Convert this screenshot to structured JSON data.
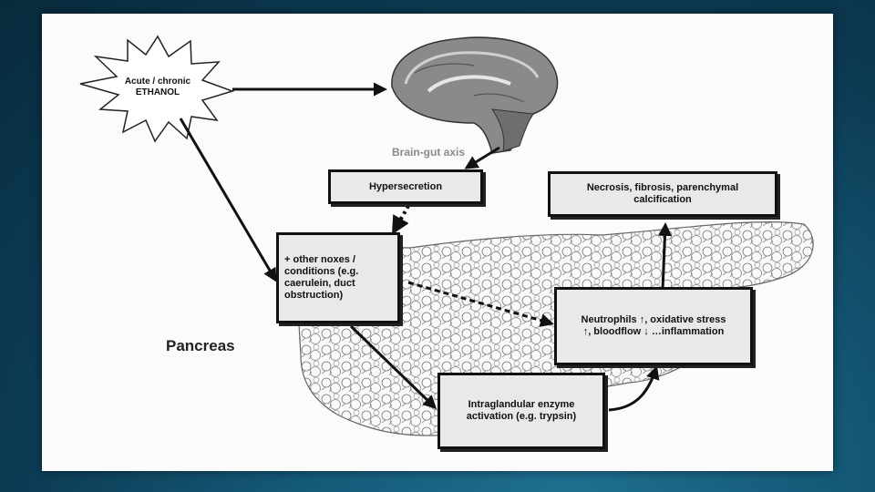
{
  "diagram": {
    "ethanol_label_line1": "Acute / chronic",
    "ethanol_label_line2": "ETHANOL",
    "brain_label": "Brain-gut axis",
    "hypersecretion": "Hypersecretion",
    "noxes_label": "+ other noxes / conditions (e.g. caerulein, duct obstruction)",
    "necrosis_label": "Necrosis, fibrosis, parenchymal calcification",
    "neutrophils_label": "Neutrophils ↑, oxidative stress ↑, bloodflow ↓ …inflammation",
    "enzyme_label": "Intraglandular enzyme activation (e.g. trypsin)",
    "pancreas_label": "Pancreas"
  },
  "colors": {
    "background": "#0c3a52",
    "frame": "#fbfbfb",
    "box_fill": "#e9e9e9",
    "ink": "#111111"
  },
  "icons": [
    "starburst-icon",
    "brain-icon",
    "pancreas-illustration"
  ]
}
